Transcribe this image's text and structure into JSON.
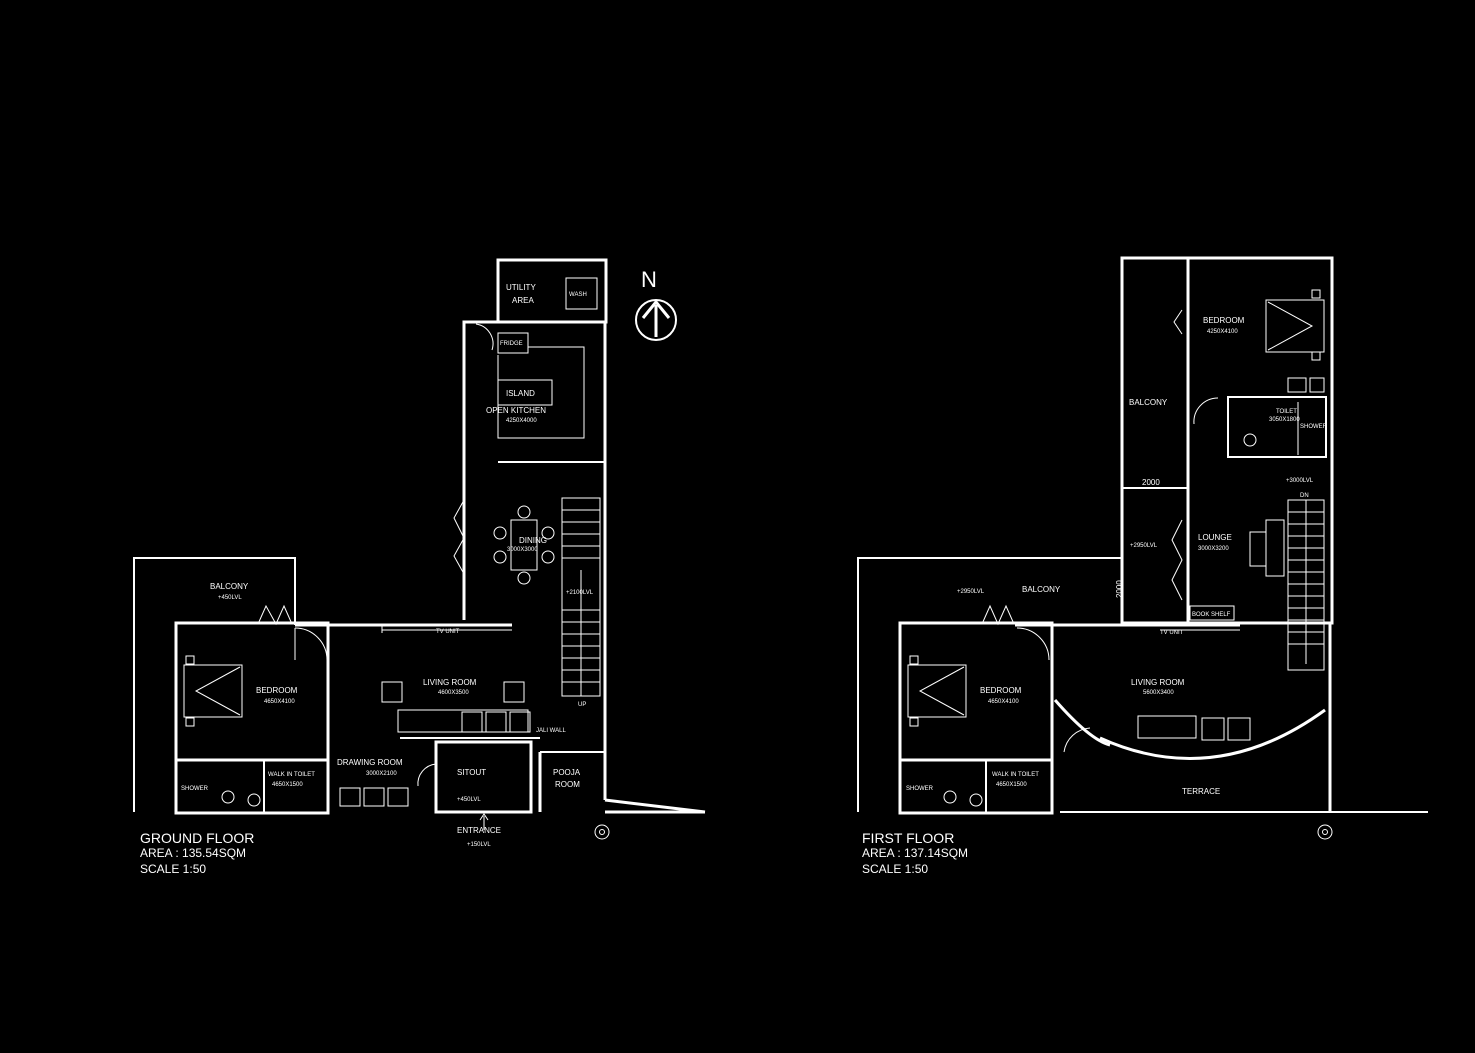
{
  "north_label": "N",
  "ground_floor": {
    "title": "GROUND FLOOR",
    "area": "AREA : 135.54SQM",
    "scale": "SCALE 1:50",
    "rooms": {
      "utility": [
        "UTILITY",
        "AREA"
      ],
      "wash": "WASH",
      "fridge": "FRIDGE",
      "island": "ISLAND",
      "kitchen": "OPEN KITCHEN",
      "kitchen_dim": "4250X4000",
      "dining": "DINING",
      "dining_dim": "3000X3000",
      "level_stair": "+2100LVL",
      "up": "UP",
      "balcony": "BALCONY",
      "balcony_lvl": "+450LVL",
      "tv_unit": "TV UNIT",
      "bedroom": "BEDROOM",
      "bedroom_dim": "4650X4100",
      "living": "LIVING ROOM",
      "living_dim": "4600X3500",
      "jali": "JALI WALL",
      "shower": "SHOWER",
      "toilet": "WALK IN TOILET",
      "toilet_dim": "4650X1500",
      "drawing": "DRAWING ROOM",
      "drawing_dim": "3000X2100",
      "sitout": "SITOUT",
      "sitout_lvl": "+450LVL",
      "pooja": [
        "POOJA",
        "ROOM"
      ],
      "entrance": "ENTRANCE",
      "entrance_lvl": "+150LVL"
    }
  },
  "first_floor": {
    "title": "FIRST FLOOR",
    "area": "AREA : 137.14SQM",
    "scale": "SCALE 1:50",
    "rooms": {
      "bedroom_top": "BEDROOM",
      "bedroom_top_dim": "4250X4100",
      "balcony_top": "BALCONY",
      "toilet_top": "TOILET",
      "toilet_top_dim": "3050X1800",
      "shower_top": "SHOWER",
      "dim_2000_a": "2000",
      "dim_2000_b": "2000",
      "level_3000": "+3000LVL",
      "dn": "DN",
      "lounge": "LOUNGE",
      "lounge_dim": "3000X3200",
      "level_2950_a": "+2950LVL",
      "level_2950_b": "+2950LVL",
      "balcony": "BALCONY",
      "book_shelf": "BOOK SHELF",
      "tv_unit": "TV UNIT",
      "bedroom": "BEDROOM",
      "bedroom_dim": "4650X4100",
      "living": "LIVING ROOM",
      "living_dim": "5600X3400",
      "shower": "SHOWER",
      "toilet": "WALK IN TOILET",
      "toilet_dim": "4650X1500",
      "terrace": "TERRACE"
    }
  }
}
